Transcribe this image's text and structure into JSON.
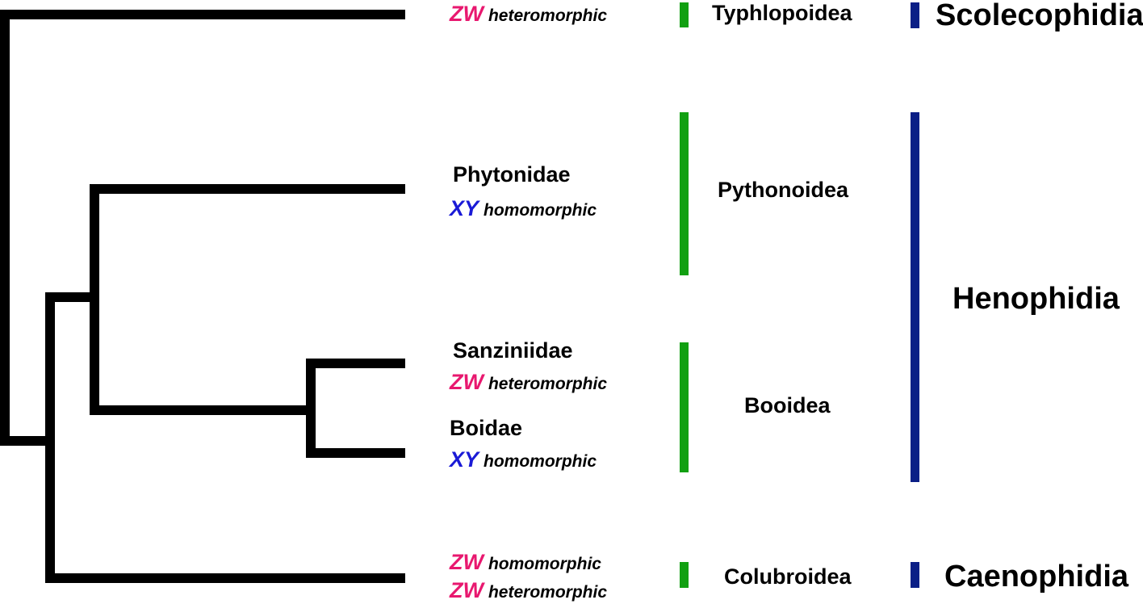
{
  "colors": {
    "branch": "#000000",
    "zw": "#e8186f",
    "xy": "#1a1ad6",
    "superfamily_bar": "#12a012",
    "suborder_bar": "#0b1f86"
  },
  "leaves": [
    {
      "id": "typhlopoidea",
      "family": "",
      "chromosomes": [
        {
          "system": "ZW",
          "morphology": "heteromorphic"
        }
      ]
    },
    {
      "id": "pythonidae",
      "family": "Phytonidae",
      "chromosomes": [
        {
          "system": "XY",
          "morphology": "homomorphic"
        }
      ]
    },
    {
      "id": "sanziniidae",
      "family": "Sanziniidae",
      "chromosomes": [
        {
          "system": "ZW",
          "morphology": "heteromorphic"
        }
      ]
    },
    {
      "id": "boidae",
      "family": "Boidae",
      "chromosomes": [
        {
          "system": "XY",
          "morphology": "homomorphic"
        }
      ]
    },
    {
      "id": "colubroidea",
      "family": "",
      "chromosomes": [
        {
          "system": "ZW",
          "morphology": "homomorphic"
        },
        {
          "system": "ZW",
          "morphology": "heteromorphic"
        }
      ]
    }
  ],
  "superfamilies": [
    "Typhlopoidea",
    "Pythonoidea",
    "Booidea",
    "Colubroidea"
  ],
  "suborders": [
    "Scolecophidia",
    "Henophidia",
    "Caenophidia"
  ]
}
